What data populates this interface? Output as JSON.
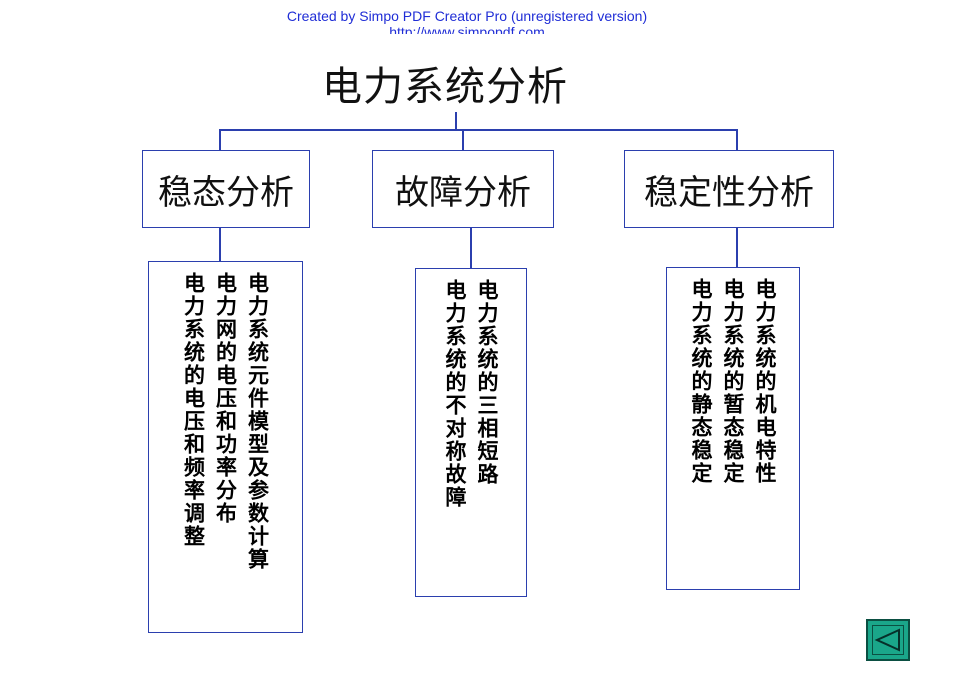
{
  "watermark": {
    "line1": "Created by Simpo PDF Creator Pro (unregistered version)",
    "line2": "http://www.simpopdf.com"
  },
  "title": "电力系统分析",
  "branches": [
    {
      "heading": "稳态分析",
      "items": [
        "电力系统元件模型及参数计算",
        "电力网的电压和功率分布",
        "电力系统的电压和频率调整"
      ]
    },
    {
      "heading": "故障分析",
      "items": [
        "电力系统的三相短路",
        "电力系统的不对称故障"
      ]
    },
    {
      "heading": "稳定性分析",
      "items": [
        "电力系统的机电特性",
        "电力系统的暂态稳定",
        "电力系统的静态稳定"
      ]
    }
  ],
  "nav": {
    "icon": "back-triangle-icon",
    "color": "#1aa68a"
  }
}
